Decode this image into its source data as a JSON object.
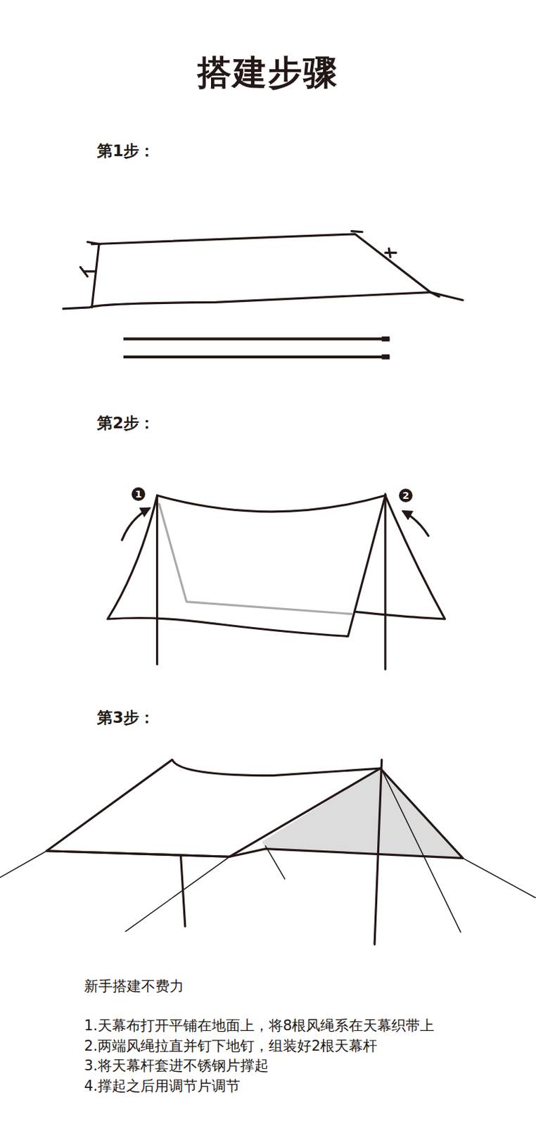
{
  "diagram": {
    "title": "搭建步骤",
    "labels": [
      "第1步：",
      "第2步：",
      "1",
      "2",
      "第3步：",
      "新手搭建不费力",
      "1.天幕布打开平铺在地面上，将8根风绳系在天幕织带上",
      "2.两端风绳拉直并钉下地钉，组装好2根天幕杆",
      "3.将天幕杆套进不锈钢片撑起",
      "4.撑起之后用调节片调节"
    ]
  }
}
